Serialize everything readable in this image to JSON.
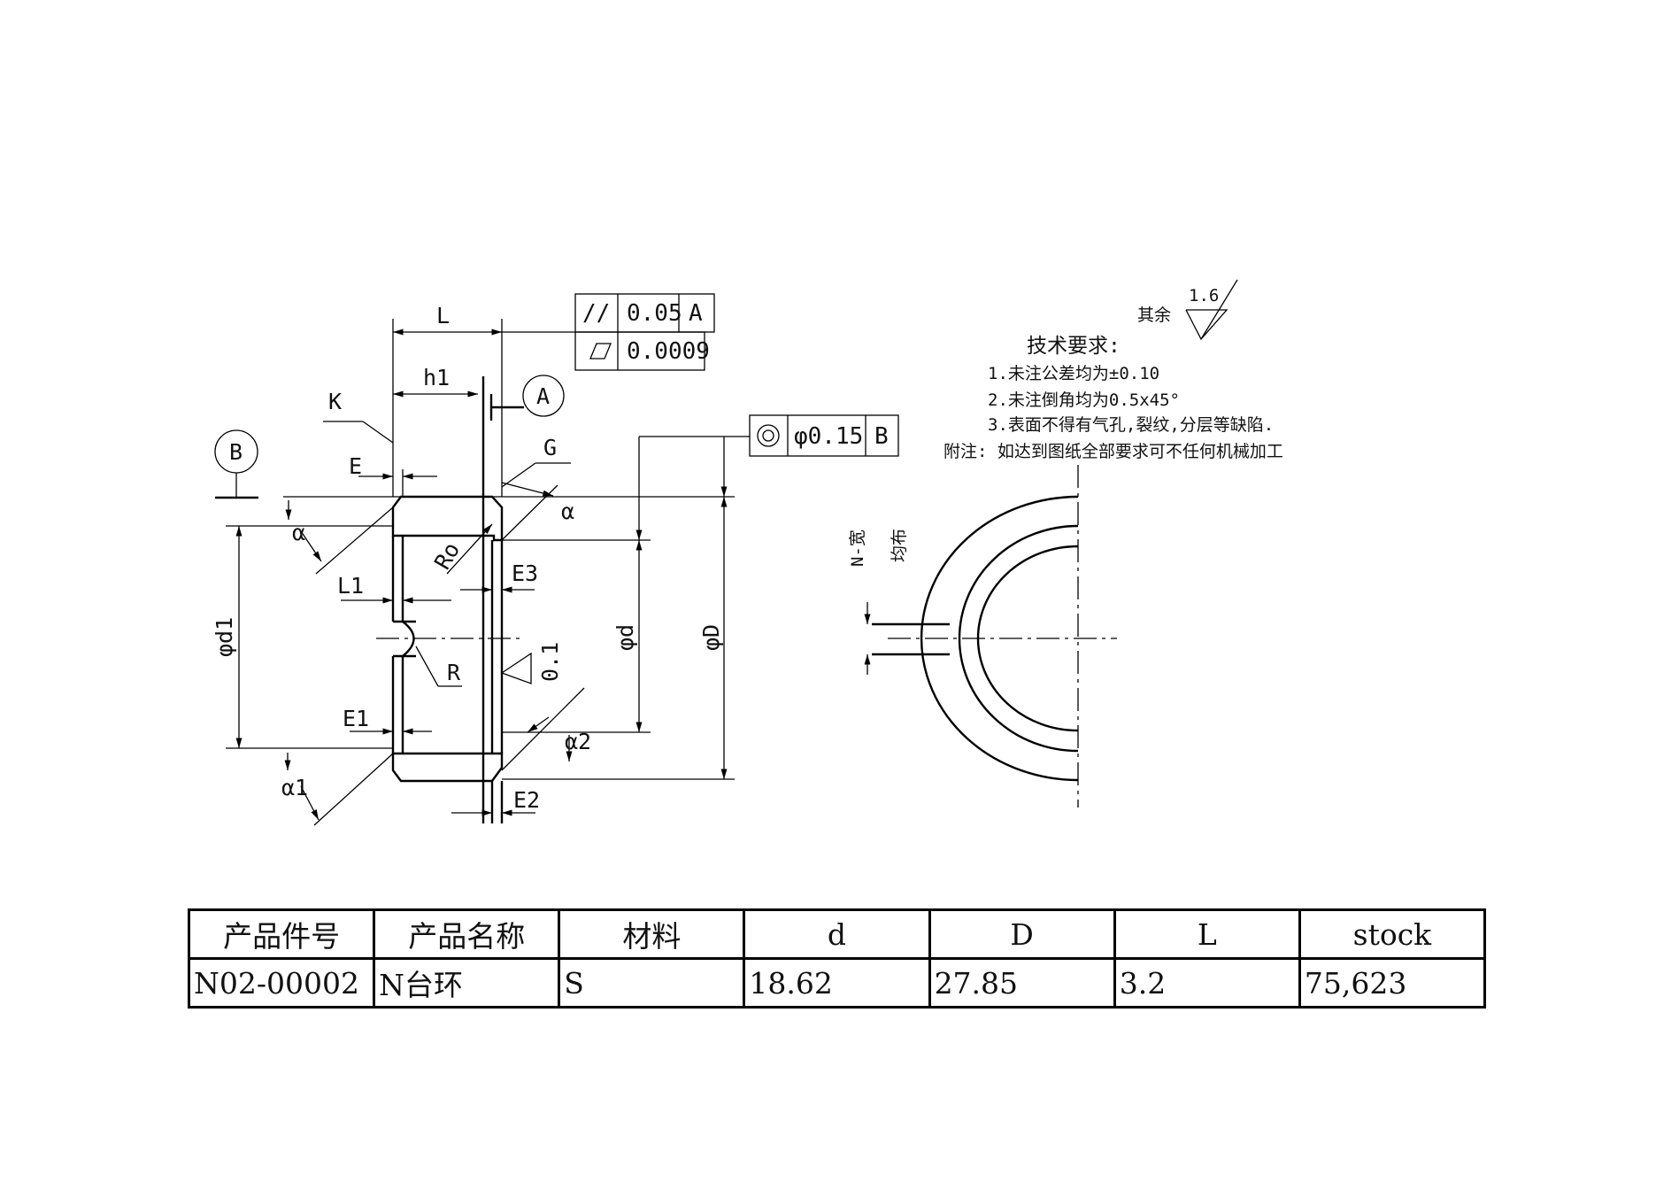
{
  "drawing": {
    "dims": {
      "L": "L",
      "h1": "h1",
      "K": "K",
      "E": "E",
      "G": "G",
      "alpha": "α",
      "Ro": "Ro",
      "E3": "E3",
      "L1": "L1",
      "R": "R",
      "phi_d1": "φd1",
      "phi_d": "φd",
      "phi_D": "φD",
      "E1": "E1",
      "alpha1": "α1",
      "alpha2": "α2",
      "E2": "E2",
      "taper": "0.1"
    },
    "datums": {
      "A": "A",
      "B": "B"
    },
    "tolerances": {
      "parallelism": {
        "symbol": "//",
        "value": "0.05",
        "datum": "A"
      },
      "flatness": {
        "value": "0.0009"
      },
      "concentricity": {
        "value": "φ0.15",
        "datum": "B"
      }
    },
    "side_view": {
      "slot_label": "N-宽",
      "distribution_label": "均布"
    }
  },
  "surface_finish": {
    "prefix": "其余",
    "value": "1.6"
  },
  "tech_requirements": {
    "title": "技术要求:",
    "items": [
      "1.未注公差均为±0.10",
      "2.未注倒角均为0.5x45°",
      "3.表面不得有气孔,裂纹,分层等缺陷."
    ],
    "note": "附注: 如达到图纸全部要求可不任何机械加工"
  },
  "table": {
    "headers": [
      "产品件号",
      "产品名称",
      "材料",
      "d",
      "D",
      "L",
      "stock"
    ],
    "rows": [
      [
        "N02-00002",
        "N台环",
        "S",
        "18.62",
        "27.85",
        "3.2",
        "75,623"
      ]
    ]
  }
}
